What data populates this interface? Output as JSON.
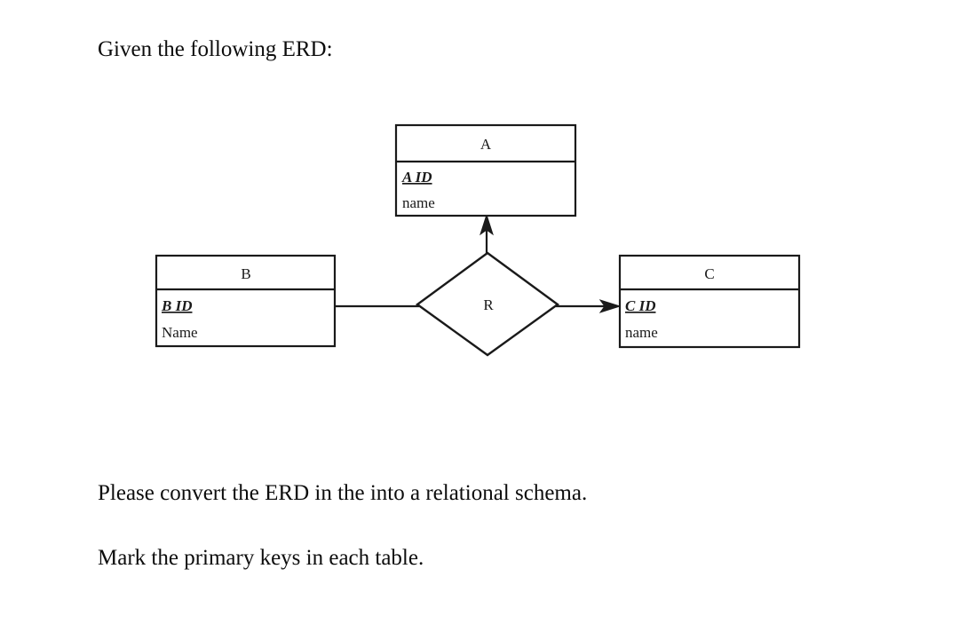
{
  "document": {
    "intro_text": "Given the following ERD:",
    "convert_text": "Please convert the ERD in the into a relational schema.",
    "mark_text": "Mark the primary keys in each table."
  },
  "diagram": {
    "type": "entity-relationship-diagram",
    "stroke_color": "#1a1a1a",
    "fill_color": "#ffffff",
    "entities": [
      {
        "id": "A",
        "name": "A",
        "attributes": [
          {
            "label": "A ID",
            "primary_key": true
          },
          {
            "label": "name",
            "primary_key": false
          }
        ]
      },
      {
        "id": "B",
        "name": "B",
        "attributes": [
          {
            "label": "B ID",
            "primary_key": true
          },
          {
            "label": "Name",
            "primary_key": false
          }
        ]
      },
      {
        "id": "C",
        "name": "C",
        "attributes": [
          {
            "label": "C ID",
            "primary_key": true
          },
          {
            "label": "name",
            "primary_key": false
          }
        ]
      }
    ],
    "relationship": {
      "id": "R",
      "label": "R"
    },
    "connections": [
      {
        "from": "R",
        "to": "B",
        "arrow": false
      },
      {
        "from": "R",
        "to": "A",
        "arrow": true
      },
      {
        "from": "R",
        "to": "C",
        "arrow": true
      }
    ]
  }
}
